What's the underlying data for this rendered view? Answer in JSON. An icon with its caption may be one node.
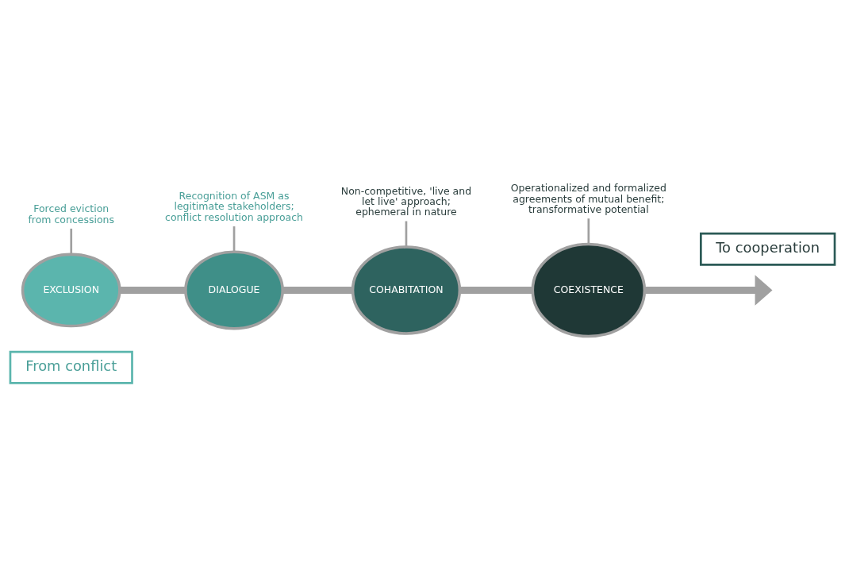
{
  "diagram": {
    "nodes": [
      {
        "text": [
          "From conflict"
        ]
      },
      {
        "text": [
          "Recognition of ASM as legitimate stakeholders; conflict resolution approach"
        ]
      },
      {
        "text": [
          "Operationalized and formalized agreements of mutual benefit; transformative potential"
        ]
      },
      {
        "text": [
          "EXCLUSION"
        ]
      },
      {
        "text": [
          "DIALOGUE"
        ]
      },
      {
        "text": [
          "COHABITATION"
        ]
      },
      {
        "text": [
          "COEXISTENCE"
        ]
      },
      {
        "text": [
          "Forced eviction from concessions"
        ]
      },
      {
        "text": [
          "Non-competitive, 'live and let live' approach; ephemeral in nature"
        ]
      },
      {
        "text": [
          "To cooperation"
        ]
      }
    ],
    "edges": [
      {
        "from": 3,
        "to": 4,
        "arrow": "none",
        "style": "thick"
      },
      {
        "from": 4,
        "to": 5,
        "arrow": "none",
        "style": "thick"
      },
      {
        "from": 5,
        "to": 6,
        "arrow": "none",
        "style": "thick"
      },
      {
        "from": 6,
        "to": null,
        "arrow": "to",
        "style": "thick"
      },
      {
        "from": 1,
        "to": 4,
        "arrow": "none"
      },
      {
        "from": 2,
        "to": 6,
        "arrow": "none"
      },
      {
        "from": 7,
        "to": 3,
        "arrow": "none"
      },
      {
        "from": 8,
        "to": 5,
        "arrow": "none"
      }
    ]
  }
}
